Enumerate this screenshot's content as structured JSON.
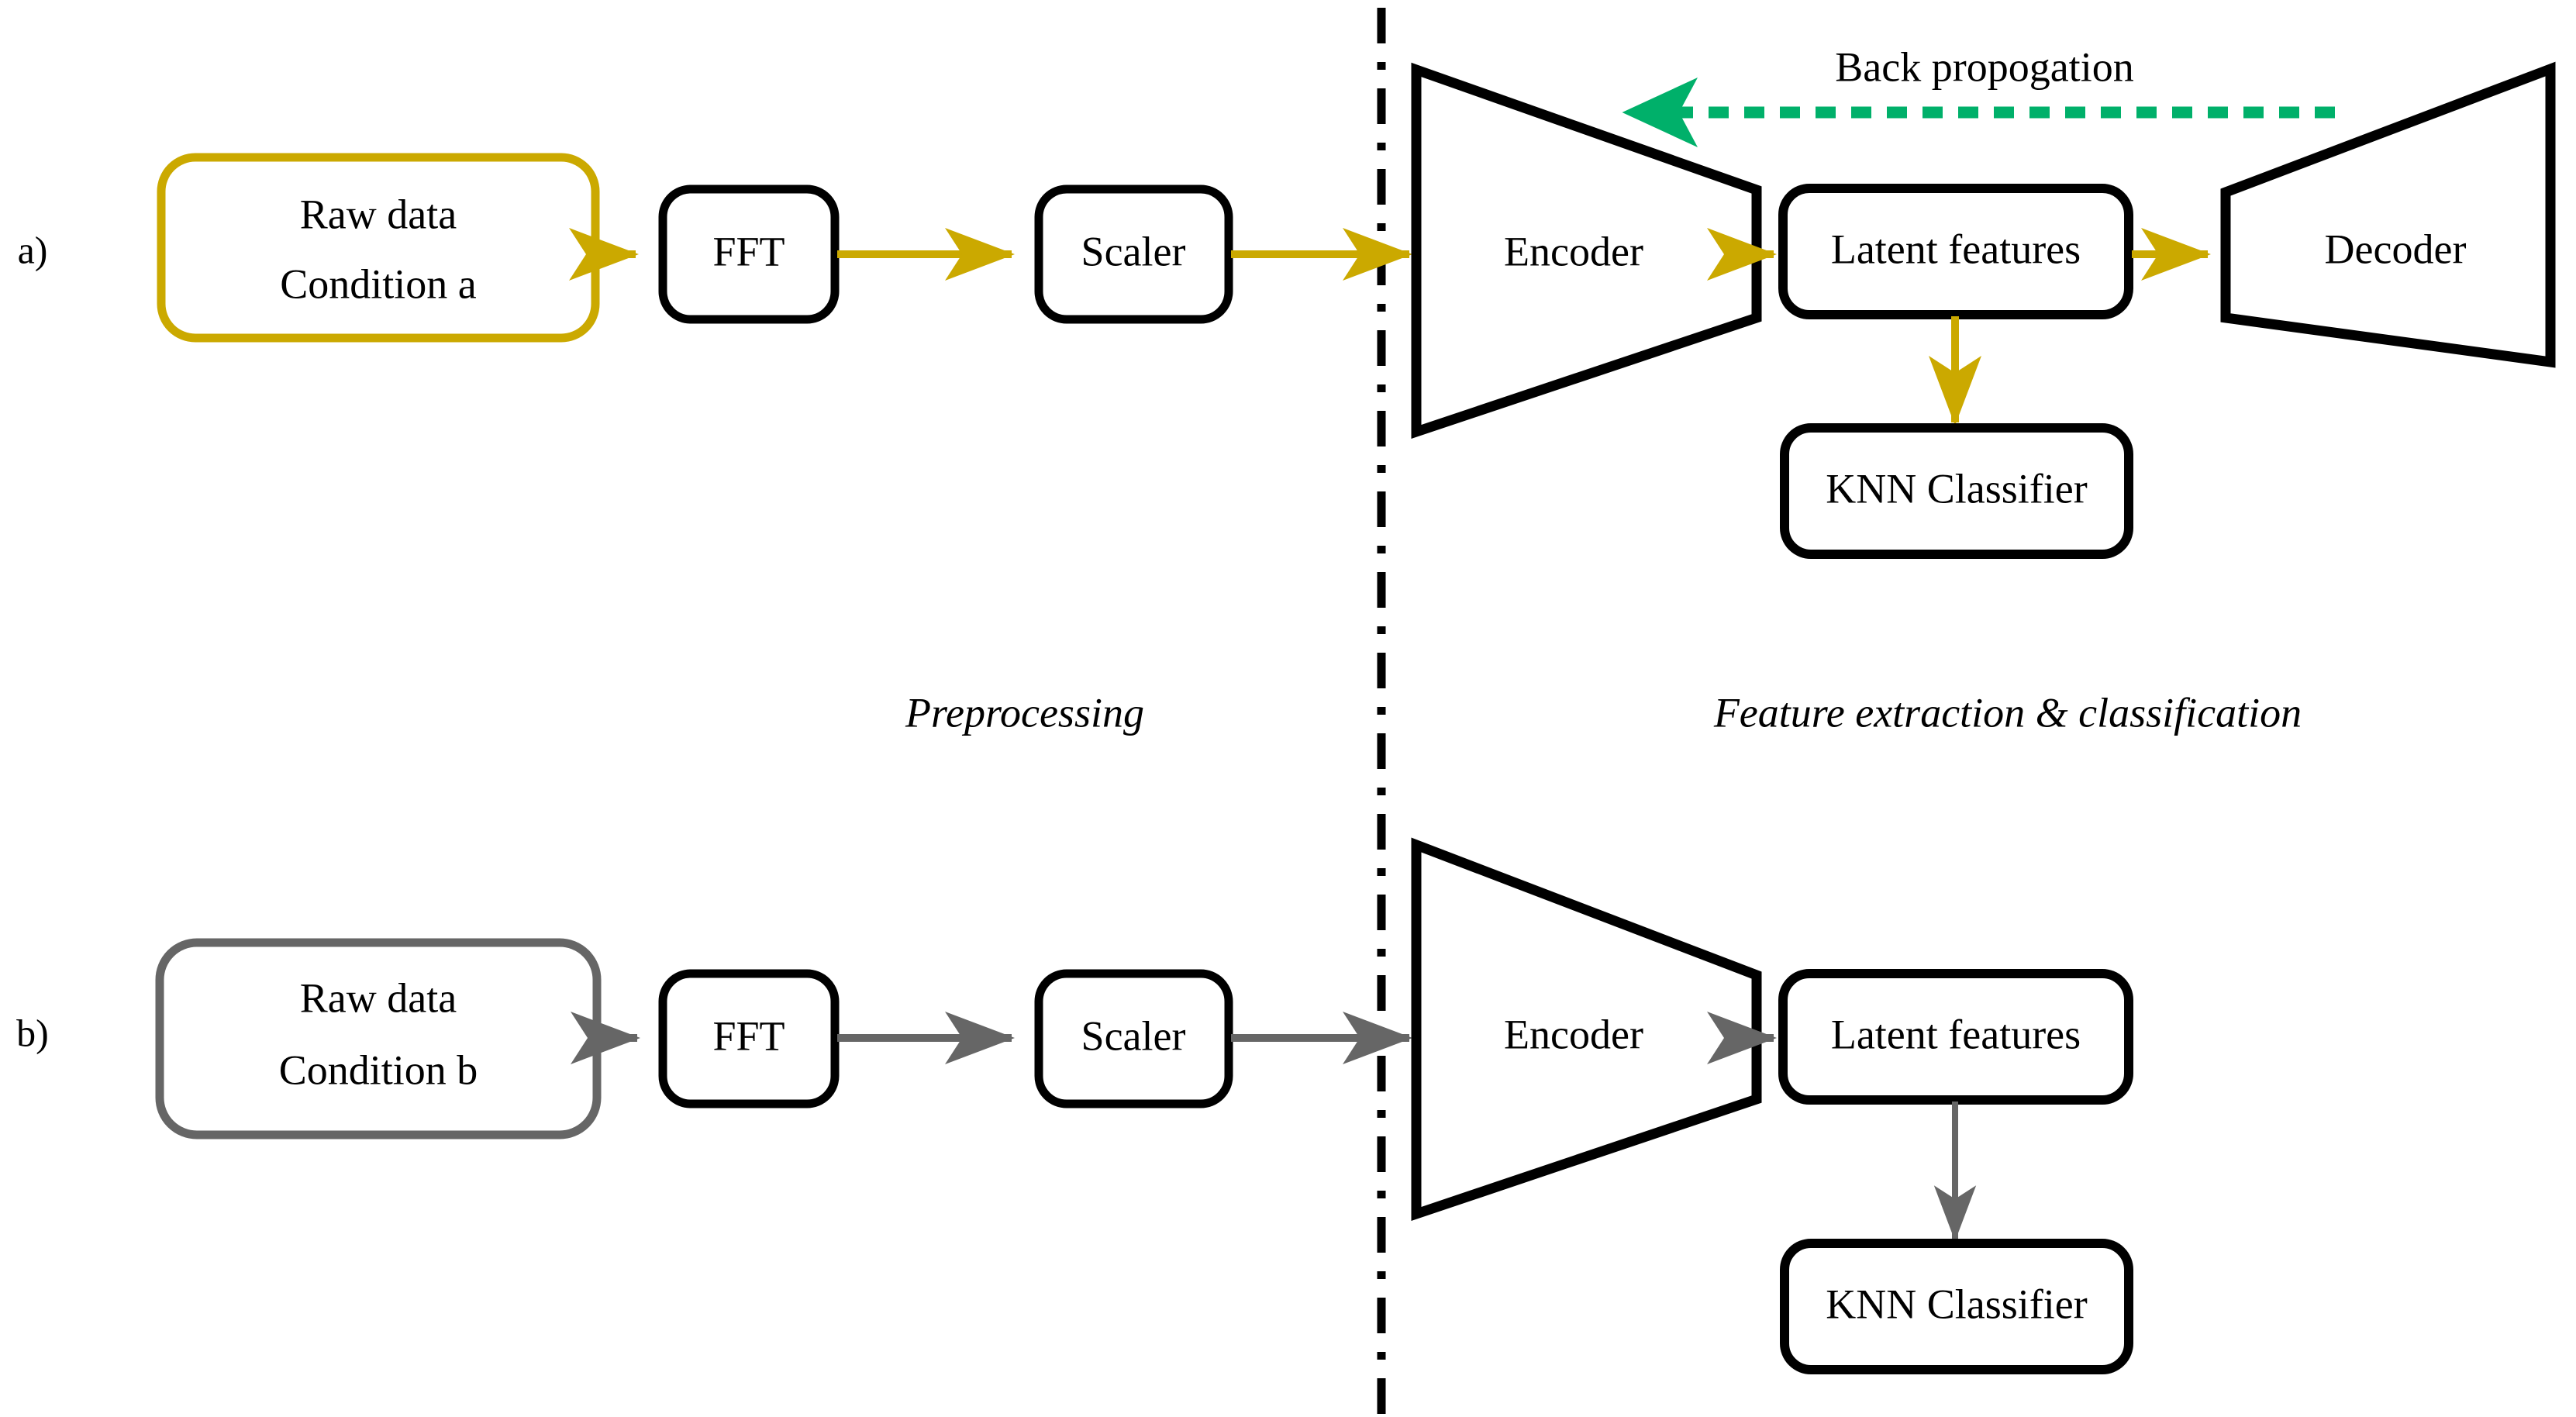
{
  "figure": {
    "title": "Autoencoder-based feature extraction and classification pipeline",
    "background": "#ffffff"
  },
  "colors": {
    "gold": "#CBA900",
    "black": "#000000",
    "gray": "#666666",
    "green": "#00B06A",
    "white": "#ffffff"
  },
  "panels": [
    {
      "id": "a",
      "letter": "a)"
    },
    {
      "id": "b",
      "letter": "b)"
    }
  ],
  "stage_captions": [
    {
      "id": "preprocessing",
      "text": "Preprocessing"
    },
    {
      "id": "feature-extraction",
      "text": "Feature extraction & classification"
    }
  ],
  "panel_a": {
    "nodes": {
      "raw_data_line1": "Raw data",
      "raw_data_line2": "Condition a",
      "fft": "FFT",
      "scaler": "Scaler",
      "encoder": "Encoder",
      "latent_features": "Latent features",
      "decoder": "Decoder",
      "knn_classifier": "KNN Classifier"
    },
    "annotations": {
      "back_propagation": "Back propogation"
    }
  },
  "panel_b": {
    "nodes": {
      "raw_data_line1": "Raw data",
      "raw_data_line2": "Condition b",
      "fft": "FFT",
      "scaler": "Scaler",
      "encoder": "Encoder",
      "latent_features": "Latent features",
      "knn_classifier": "KNN Classifier"
    }
  },
  "flow": {
    "panel_a_sequence": [
      "Raw data Condition a",
      "FFT",
      "Scaler",
      "Encoder",
      "Latent features",
      "Decoder"
    ],
    "panel_a_branch": [
      "Latent features",
      "KNN Classifier"
    ],
    "panel_a_feedback": [
      "Decoder",
      "Encoder"
    ],
    "panel_b_sequence": [
      "Raw data Condition b",
      "FFT",
      "Scaler",
      "Encoder",
      "Latent features"
    ],
    "panel_b_branch": [
      "Latent features",
      "KNN Classifier"
    ]
  }
}
